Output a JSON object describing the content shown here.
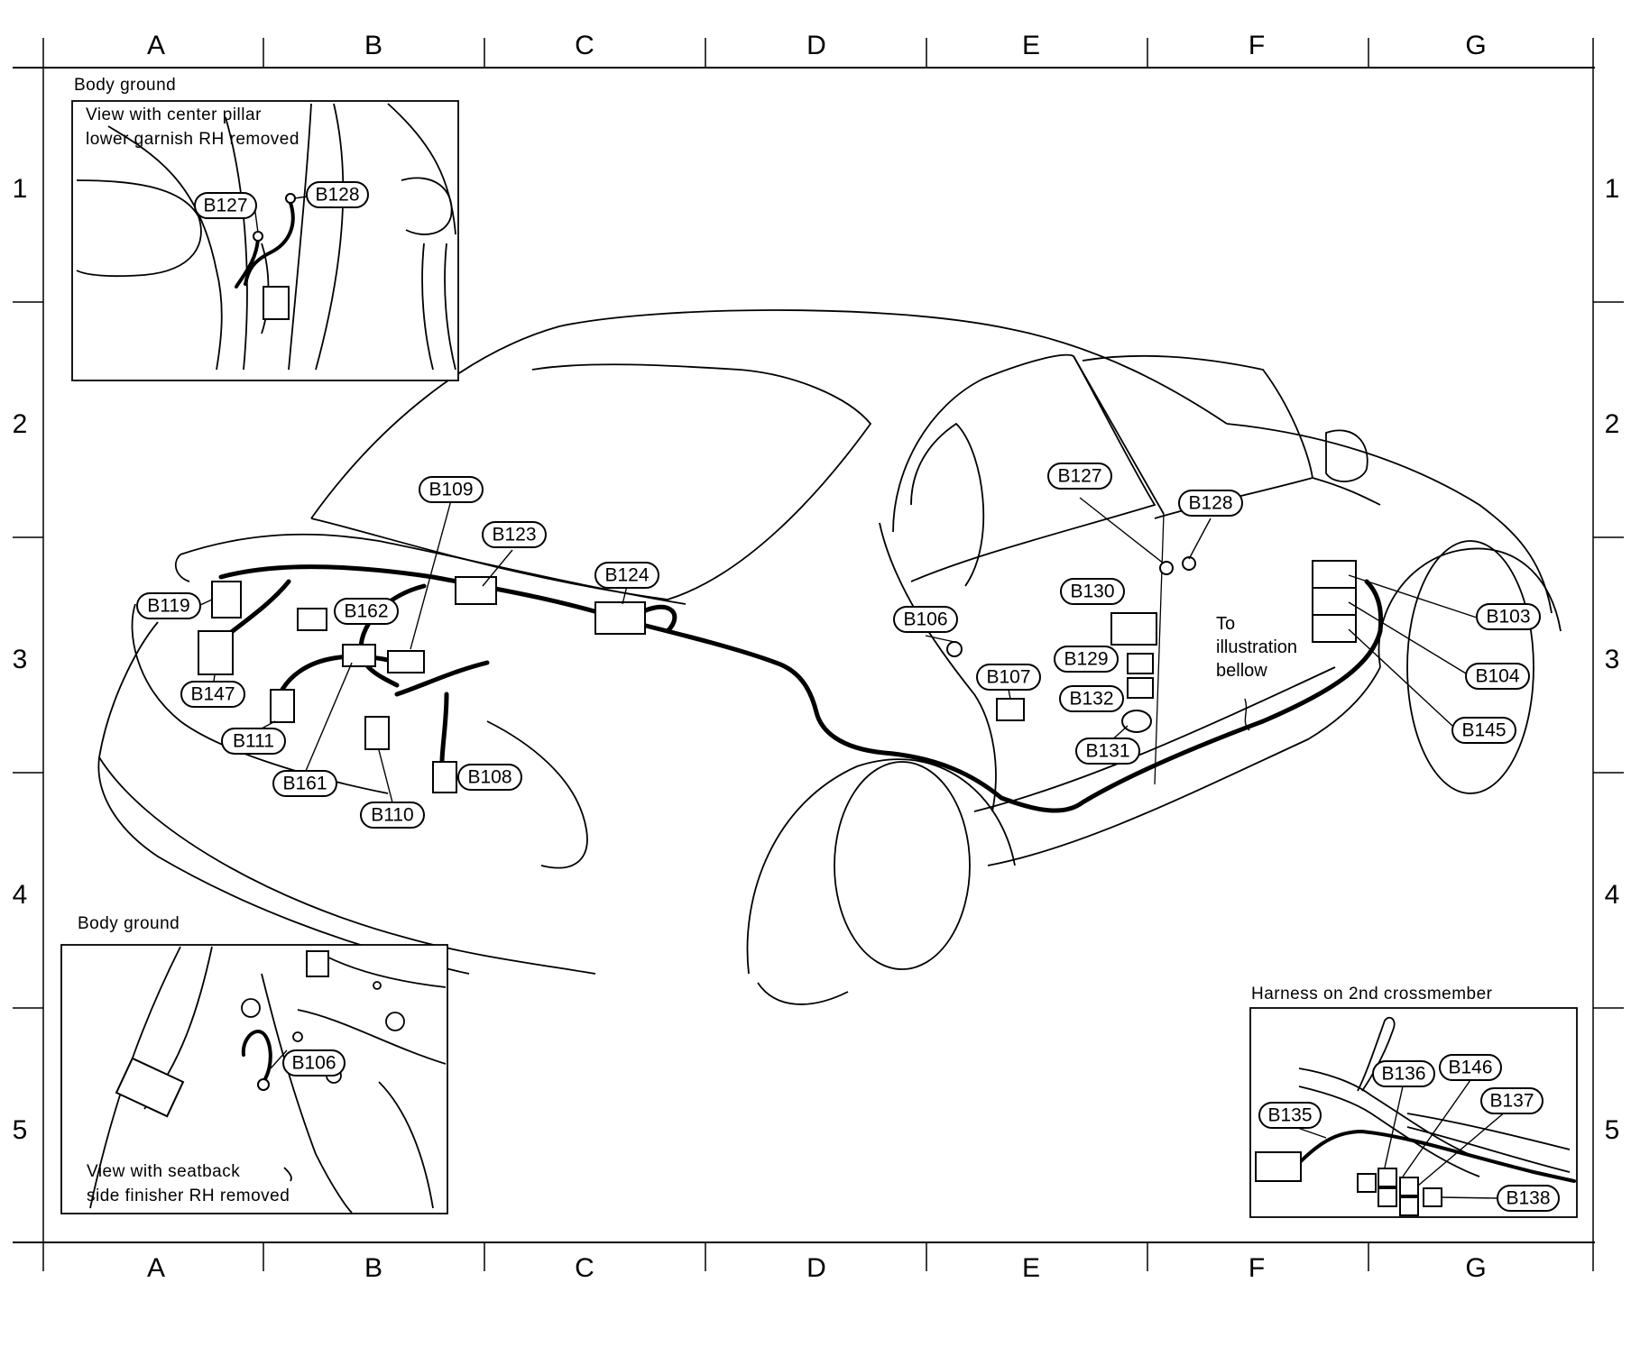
{
  "grid": {
    "columns": [
      "A",
      "B",
      "C",
      "D",
      "E",
      "F",
      "G"
    ],
    "rows": [
      "1",
      "2",
      "3",
      "4",
      "5"
    ]
  },
  "insets": {
    "top_left": {
      "heading": "Body ground",
      "caption_line1": "View with center pillar",
      "caption_line2": "lower garnish RH removed",
      "labels": [
        "B127",
        "B128"
      ]
    },
    "bottom_left": {
      "heading": "Body ground",
      "caption_line1": "View with seatback",
      "caption_line2": "side finisher RH removed",
      "labels": [
        "B106"
      ]
    },
    "bottom_right": {
      "heading": "Harness on 2nd crossmember",
      "labels": [
        "B135",
        "B136",
        "B146",
        "B137",
        "B138"
      ]
    }
  },
  "main": {
    "note_line1": "To",
    "note_line2": "illustration",
    "note_line3": "bellow",
    "labels": [
      "B109",
      "B123",
      "B124",
      "B119",
      "B162",
      "B147",
      "B111",
      "B161",
      "B110",
      "B108",
      "B127",
      "B128",
      "B130",
      "B106",
      "B129",
      "B107",
      "B132",
      "B131",
      "B103",
      "B104",
      "B145"
    ]
  }
}
